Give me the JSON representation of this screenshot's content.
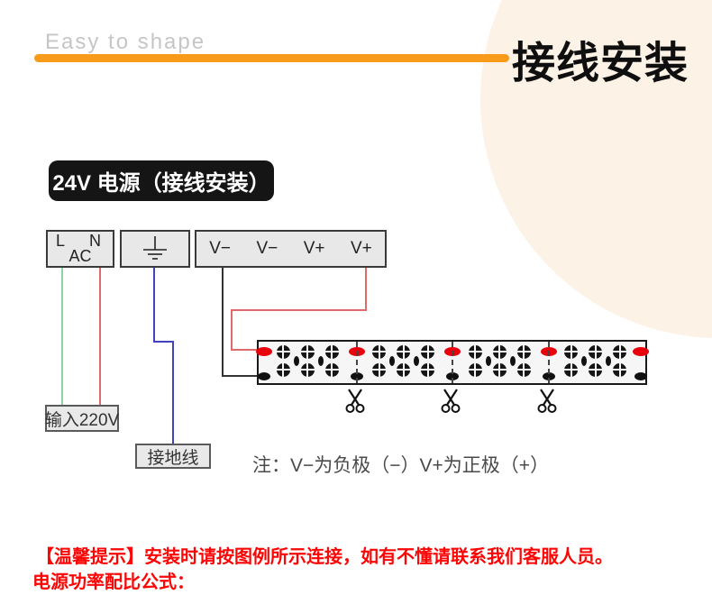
{
  "header": {
    "tagline": "Easy to shape",
    "title": "接线安装",
    "accent_color": "#F89B1B",
    "circle_color": "#FCF2E5"
  },
  "section_label": {
    "text": "24V 电源（接线安装）"
  },
  "diagram": {
    "ac_box": {
      "live": "L",
      "neutral": "N",
      "label": "AC"
    },
    "output_terminals": [
      "V−",
      "V−",
      "V+",
      "V+"
    ],
    "input_label": "输入220V",
    "ground_label": "接地线",
    "note": "注：V−为负极（−）V+为正极（+）",
    "wire_colors": {
      "live": "#8BD3A5",
      "neutral": "#E06A6A",
      "earth": "#4343BE",
      "v_minus": "#333333",
      "v_plus": "#E06A6A"
    },
    "strip": {
      "segments": 4,
      "led_columns_per_segment": 3,
      "led_rows": 2,
      "cut_marks": 3,
      "pad_positive_color": "#E8000D",
      "pad_negative_color": "#111111"
    }
  },
  "footer": {
    "line1": "【温馨提示】安装时请按图例所示连接，如有不懂请联系我们客服人员。",
    "line2": "电源功率配比公式：",
    "text_color": "#FB0505"
  }
}
